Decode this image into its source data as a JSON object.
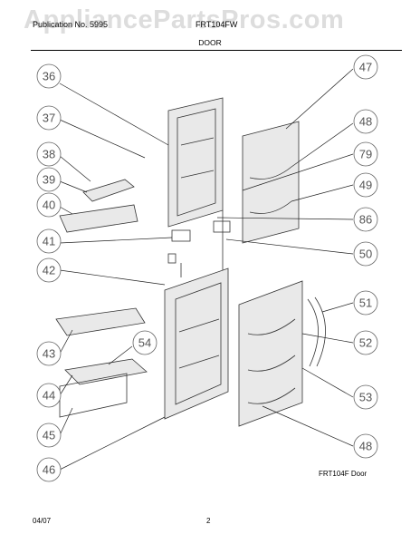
{
  "header": {
    "left_text": "Publication No. 5995",
    "model": "FRT104FW",
    "section": "DOOR",
    "watermark": "AppliancePartsPros.com"
  },
  "footer": {
    "date": "04/07",
    "page": "2"
  },
  "diagram": {
    "caption": "FRT104F Door",
    "callouts": [
      "36",
      "37",
      "38",
      "39",
      "40",
      "41",
      "42",
      "43",
      "44",
      "45",
      "46",
      "47",
      "48",
      "79",
      "49",
      "86",
      "50",
      "51",
      "52",
      "53",
      "54",
      "48"
    ]
  },
  "colors": {
    "line": "#333333",
    "callout_stroke": "#666666",
    "callout_text": "#555555"
  }
}
